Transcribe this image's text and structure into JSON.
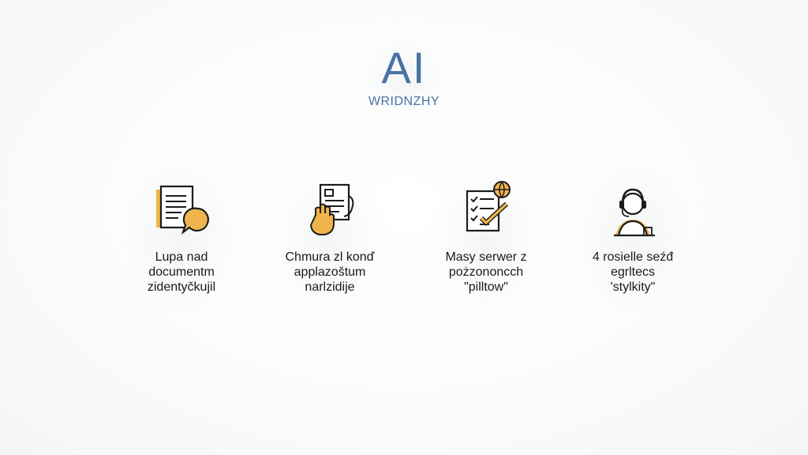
{
  "header": {
    "title": "AI",
    "subtitle": "WRIDNZHY"
  },
  "colors": {
    "accent_blue": "#4a72a3",
    "accent_orange": "#f0b44c",
    "ink": "#1c1c1c"
  },
  "features": [
    {
      "icon": "document-speech-icon",
      "label": "Lupa nad\ndocumentm\nzidentyčkujil"
    },
    {
      "icon": "hand-document-icon",
      "label": "Chmura zl konď\napplazoštum\nnarlzidije"
    },
    {
      "icon": "checklist-globe-icon",
      "label": "Masy serwer z\npożzononcch\n\"pilltow\""
    },
    {
      "icon": "person-headset-icon",
      "label": "4 rosielle seźđ\negrltecs\n'stylkity\""
    }
  ]
}
